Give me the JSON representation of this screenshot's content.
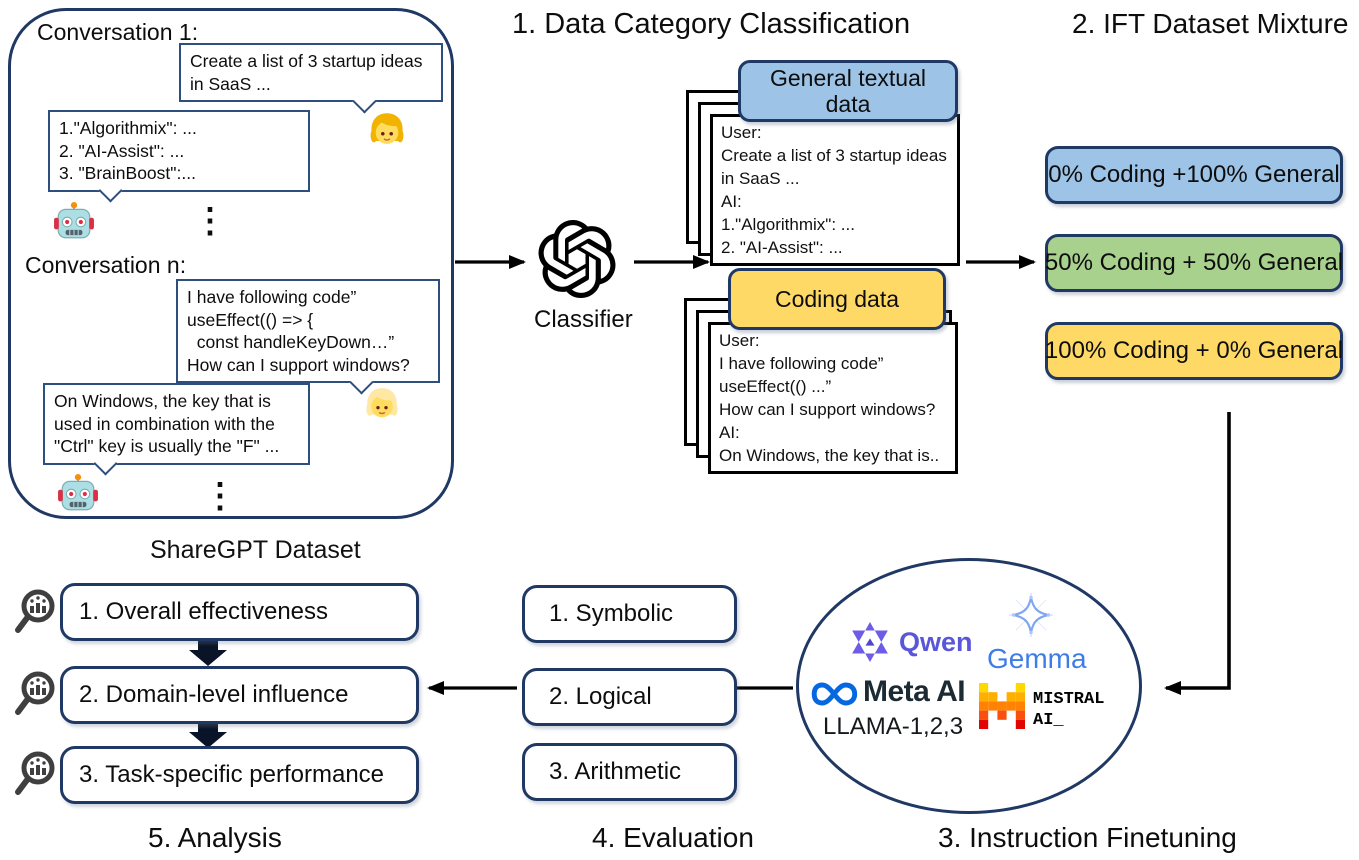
{
  "titles": {
    "step1": "1. Data Category Classification",
    "step2": "2. IFT Dataset Mixture",
    "step3": "3. Instruction Finetuning",
    "step4": "4. Evaluation",
    "step5": "5. Analysis"
  },
  "sharegpt": {
    "label": "ShareGPT Dataset",
    "conv1_title": "Conversation 1:",
    "convn_title": "Conversation n:",
    "dots": "⋮",
    "conv1_user": [
      "Create a list of 3 startup ideas",
      "in SaaS ..."
    ],
    "conv1_ai": [
      "1.\"Algorithmix\": ...",
      "2. \"AI-Assist\": ...",
      "3. \"BrainBoost\":..."
    ],
    "convn_user": [
      "I have following code”",
      "useEffect(() => {",
      "  const handleKeyDown…”",
      "How can I support windows?"
    ],
    "convn_ai": [
      "On Windows, the key that is",
      "used in combination with the",
      "\"Ctrl\" key is usually the \"F\" ..."
    ]
  },
  "classifier": {
    "label": "Classifier",
    "icon": "openai-logo"
  },
  "categories": {
    "general": {
      "title": [
        "General textual",
        "data"
      ],
      "card": [
        "User:",
        "Create a list of 3 startup ideas",
        "in SaaS ...",
        "AI:",
        "1.\"Algorithmix\": ...",
        "2. \"AI-Assist\": ..."
      ],
      "header_color": "#9DC3E6"
    },
    "coding": {
      "title": "Coding data",
      "card": [
        "User:",
        "I have following code”",
        "useEffect(() ...”",
        "How can I support windows?",
        "AI:",
        "On Windows, the key that is.."
      ],
      "header_color": "#FFD966"
    }
  },
  "mixtures": [
    {
      "label": "0% Coding +100% General",
      "color": "#9DC3E6"
    },
    {
      "label": "50% Coding + 50% General",
      "color": "#A9D18E"
    },
    {
      "label": "100% Coding + 0% General",
      "color": "#FFD966"
    }
  ],
  "finetuning": {
    "qwen_label": "Qwen",
    "gemma_label": "Gemma",
    "meta_label": "Meta AI",
    "llama_label": "LLAMA-1,2,3",
    "mistral_label": [
      "MISTRAL",
      "AI_"
    ]
  },
  "evaluation": {
    "items": [
      "1. Symbolic",
      "2. Logical",
      "3. Arithmetic"
    ]
  },
  "analysis": {
    "items": [
      "1. Overall effectiveness",
      "2. Domain-level influence",
      "3. Task-specific performance"
    ]
  },
  "colors": {
    "outline_navy": "#1F3864",
    "bubble_navy": "#2E4E7E",
    "blue_fill": "#9DC3E6",
    "green_fill": "#A9D18E",
    "yellow_fill": "#FFD966",
    "qwen_purple": "#5956D9",
    "gemma_blue": "#3E7DE8",
    "meta_blue": "#0668E1",
    "mistral_orange": "#FF8205",
    "icon_gray": "#4D4D4D",
    "arrow_black": "#000000"
  }
}
